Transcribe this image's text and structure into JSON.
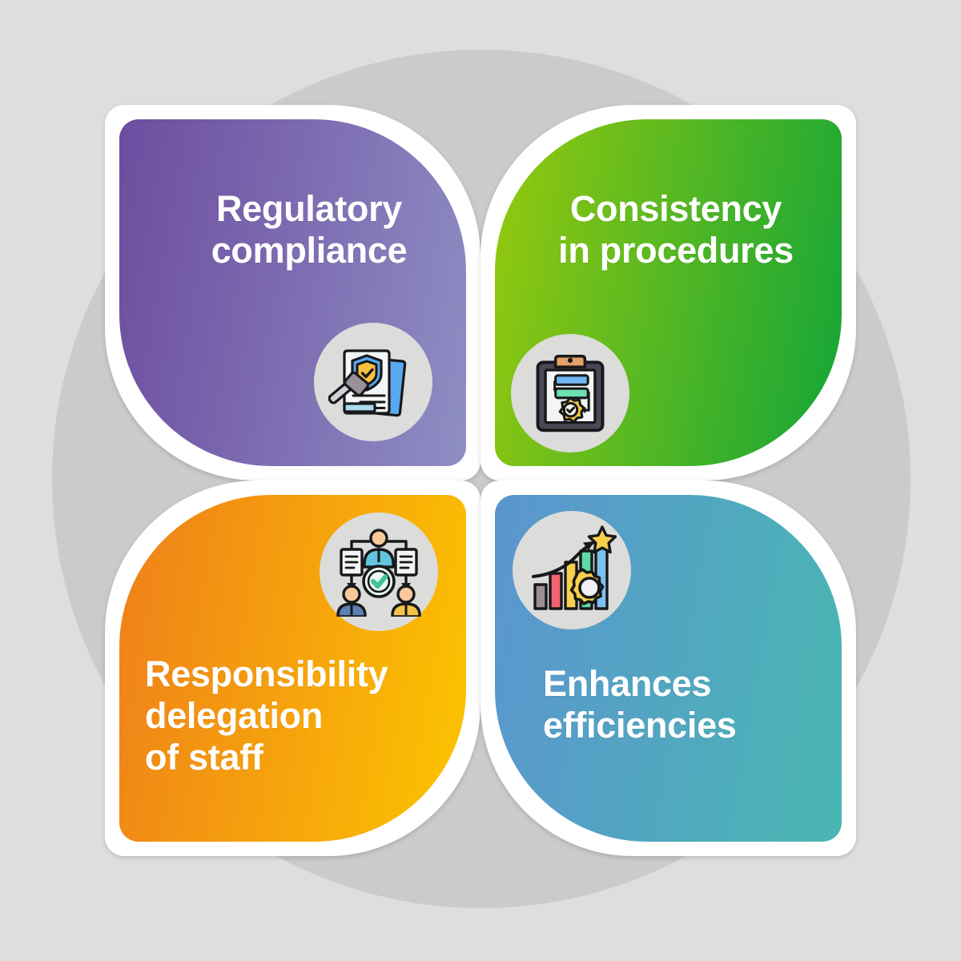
{
  "canvas": {
    "background_color": "#dedede",
    "backdrop_circle_color": "#cacbcc",
    "card_border_color": "#ffffff",
    "icon_bubble_color": "#dcdcda",
    "title_color": "#ffffff"
  },
  "cards": [
    {
      "id": "regulatory-compliance",
      "title": "Regulatory\ncompliance",
      "position": "top-left",
      "gradient_from": "#6d4c9f",
      "gradient_to": "#8e8ec4",
      "icon": "document-shield-gavel-icon",
      "icon_position": "bottom-right"
    },
    {
      "id": "consistency-in-procedures",
      "title": "Consistency\nin procedures",
      "position": "top-right",
      "gradient_from": "#96c90e",
      "gradient_to": "#13a538",
      "icon": "clipboard-workflow-gear-icon",
      "icon_position": "bottom-left"
    },
    {
      "id": "responsibility-delegation-of-staff",
      "title": "Responsibility\ndelegation\nof staff",
      "position": "bottom-left",
      "gradient_from": "#ef7f1a",
      "gradient_to": "#fcc500",
      "icon": "org-chart-people-check-icon",
      "icon_position": "top-right"
    },
    {
      "id": "enhances-efficiencies",
      "title": "Enhances\nefficiencies",
      "position": "bottom-right",
      "gradient_from": "#5b95cf",
      "gradient_to": "#49b7b2",
      "icon": "growth-bar-chart-gear-star-icon",
      "icon_position": "top-left"
    }
  ]
}
